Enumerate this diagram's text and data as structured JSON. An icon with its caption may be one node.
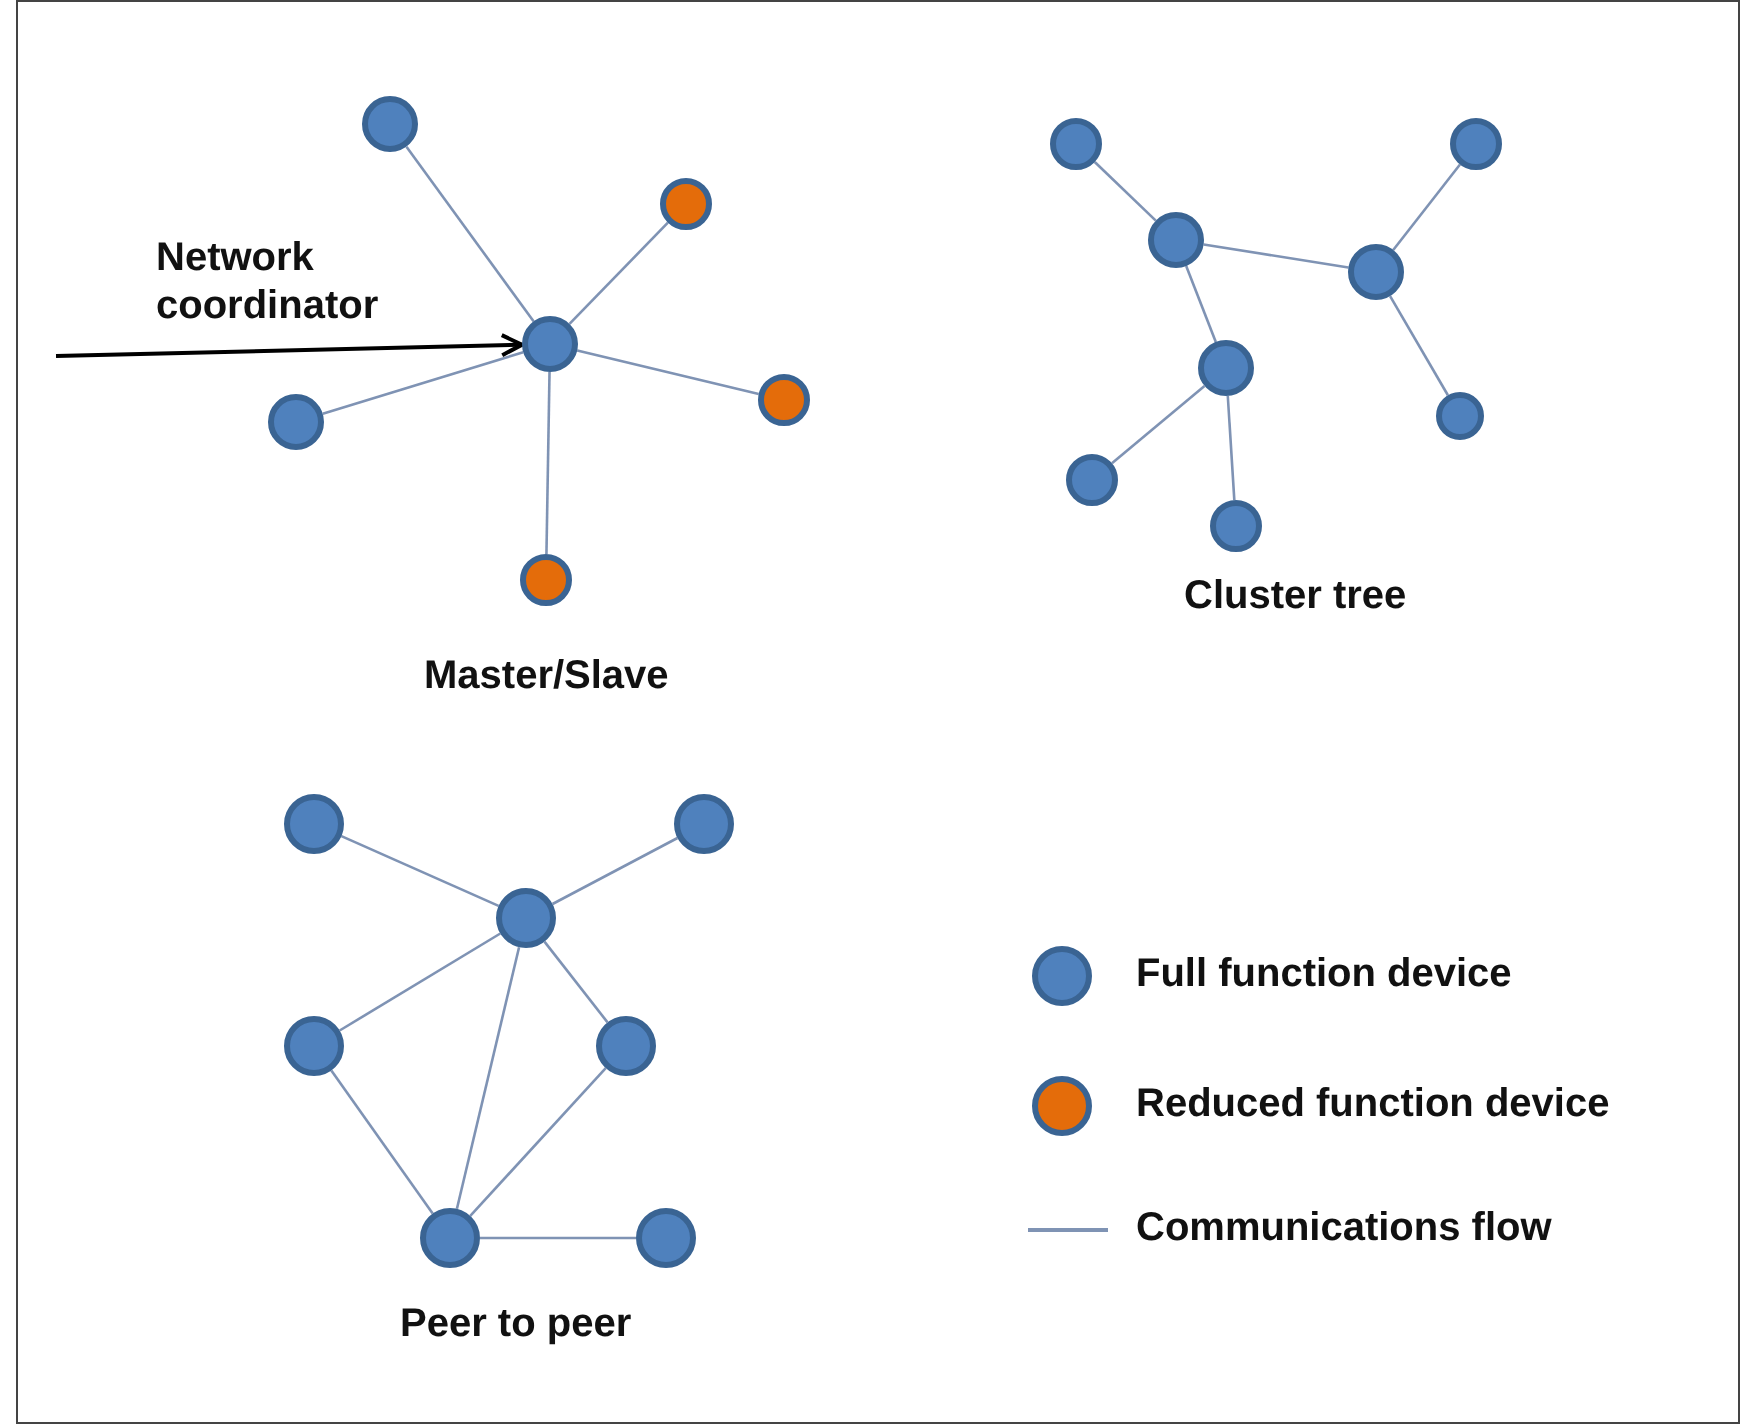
{
  "diagram": {
    "nodes": [
      {
        "text": [],
        "shape": "circle"
      },
      {
        "text": [],
        "shape": "circle"
      },
      {
        "text": [],
        "shape": "circle"
      },
      {
        "text": [],
        "shape": "circle"
      },
      {
        "text": [],
        "shape": "circle"
      },
      {
        "text": [],
        "shape": "circle"
      },
      {
        "text": [],
        "shape": "circle"
      },
      {
        "text": [],
        "shape": "circle"
      },
      {
        "text": [],
        "shape": "circle"
      },
      {
        "text": [],
        "shape": "circle"
      },
      {
        "text": [],
        "shape": "circle"
      },
      {
        "text": [],
        "shape": "circle"
      },
      {
        "text": [],
        "shape": "circle"
      },
      {
        "text": [],
        "shape": "circle"
      },
      {
        "text": [],
        "shape": "circle"
      },
      {
        "text": [],
        "shape": "circle"
      },
      {
        "text": [],
        "shape": "circle"
      },
      {
        "text": [],
        "shape": "circle"
      },
      {
        "text": [],
        "shape": "circle"
      },
      {
        "text": [],
        "shape": "circle"
      },
      {
        "text": [],
        "shape": "circle"
      }
    ],
    "edges": [
      {
        "from": 2,
        "to": 0,
        "arrow": "none"
      },
      {
        "from": 2,
        "to": 1,
        "arrow": "none"
      },
      {
        "from": 2,
        "to": 3,
        "arrow": "none"
      },
      {
        "from": 2,
        "to": 4,
        "arrow": "none"
      },
      {
        "from": 2,
        "to": 5,
        "arrow": "none"
      },
      {
        "from": null,
        "to": 2,
        "arrow": "to",
        "label": "Network coordinator",
        "color": "#000000"
      },
      {
        "from": 6,
        "to": 8,
        "arrow": "none"
      },
      {
        "from": 8,
        "to": 9,
        "arrow": "none"
      },
      {
        "from": 7,
        "to": 9,
        "arrow": "none"
      },
      {
        "from": 9,
        "to": 11,
        "arrow": "none"
      },
      {
        "from": 8,
        "to": 10,
        "arrow": "none"
      },
      {
        "from": 10,
        "to": 12,
        "arrow": "none"
      },
      {
        "from": 10,
        "to": 13,
        "arrow": "none"
      },
      {
        "from": 14,
        "to": 16,
        "arrow": "none"
      },
      {
        "from": 15,
        "to": 16,
        "arrow": "none"
      },
      {
        "from": 16,
        "to": 17,
        "arrow": "none"
      },
      {
        "from": 16,
        "to": 19,
        "arrow": "none"
      },
      {
        "from": 16,
        "to": 18,
        "arrow": "none"
      },
      {
        "from": 17,
        "to": 19,
        "arrow": "none"
      },
      {
        "from": 18,
        "to": 19,
        "arrow": "none"
      },
      {
        "from": 19,
        "to": 20,
        "arrow": "none"
      }
    ],
    "labels": [
      "Cluster tree",
      "Master/Slave",
      "Peer to peer"
    ],
    "legend": [
      {
        "text": "Full function device",
        "color": "#4f81bd"
      },
      {
        "text": "Reduced function device",
        "color": "#e46c0a"
      },
      {
        "text": "Communications flow"
      }
    ]
  }
}
